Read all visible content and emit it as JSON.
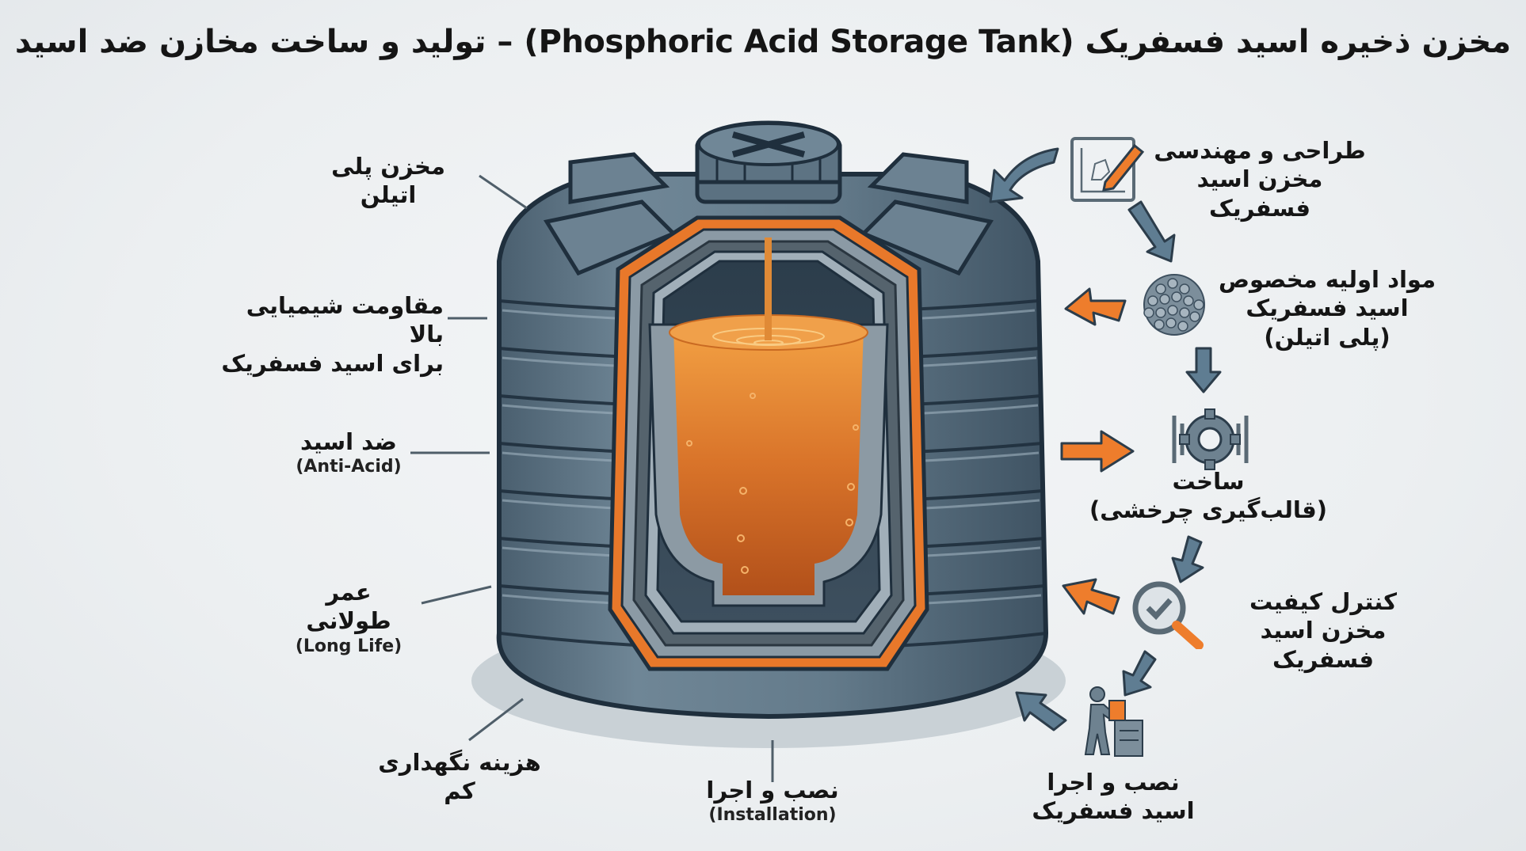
{
  "title": "مخزن ذخیره اسید فسفریک (Phosphoric Acid Storage Tank) – تولید و ساخت مخازن ضد اسید",
  "left_labels": [
    {
      "fa": "مخزن پلی اتیلن",
      "en": ""
    },
    {
      "fa": "مقاومت شیمیایی بالا",
      "fa2": "برای اسید فسفریک",
      "en": ""
    },
    {
      "fa": "ضد اسید",
      "en": "(Anti-Acid)"
    },
    {
      "fa": "عمر طولانی",
      "en": "(Long Life)"
    },
    {
      "fa": "هزینه نگهداری کم",
      "en": ""
    }
  ],
  "bottom_label": {
    "fa": "نصب و اجرا",
    "en": "(Installation)"
  },
  "process_steps": [
    {
      "icon": "design-pencil-icon",
      "line1": "طراحی و مهندسی",
      "line2": "مخزن اسید فسفریک"
    },
    {
      "icon": "polyethylene-granules-icon",
      "line1": "مواد اولیه مخصوص",
      "line2": "اسید فسفریک",
      "line3": "(پلی اتیلن)"
    },
    {
      "icon": "rotational-molding-gear-icon",
      "line1": "ساخت",
      "line2": "(قالب‌گیری چرخشی)"
    },
    {
      "icon": "quality-magnifier-check-icon",
      "line1": "کنترل کیفیت",
      "line2": "مخزن اسید فسفریک"
    },
    {
      "icon": "worker-installation-icon",
      "line1": "نصب و اجرا",
      "line2": "اسید فسفریک"
    }
  ],
  "colors": {
    "tank_body": "#5f7585",
    "tank_outline": "#1f2f3d",
    "orange_liner": "#e8782a",
    "acid": "#c8641e",
    "arrow_gray": "#5f7d92",
    "arrow_orange": "#ee7d2c",
    "text": "#151515"
  }
}
